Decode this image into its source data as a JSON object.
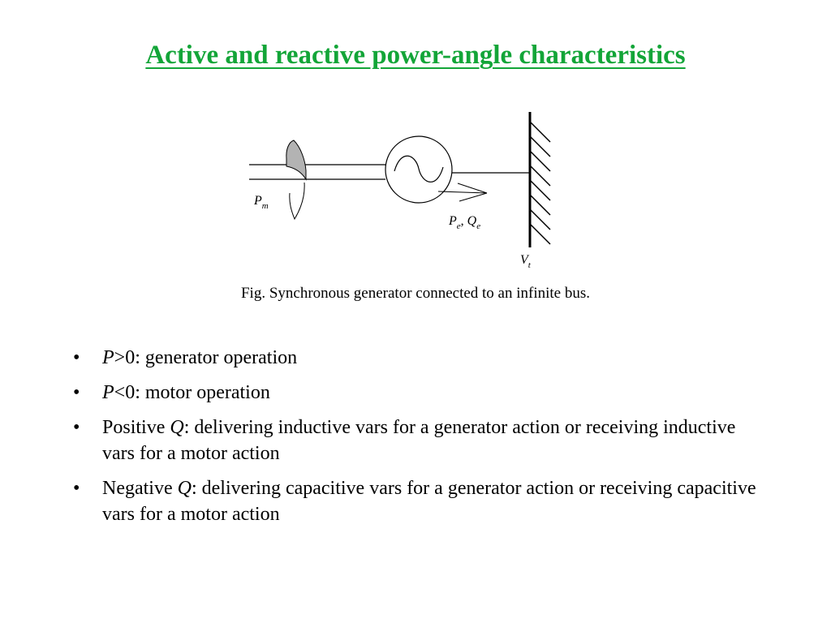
{
  "title": "Active and reactive power-angle characteristics",
  "diagram": {
    "label_pm_main": "P",
    "label_pm_sub": "m",
    "label_pe_main": "P",
    "label_pe_sub": "e",
    "label_sep": ", ",
    "label_qe_main": "Q",
    "label_qe_sub": "e",
    "label_vt_main": "V",
    "label_vt_sub": "t",
    "colors": {
      "stroke": "#000000",
      "propeller_fill": "#b3b3b3"
    }
  },
  "caption": "Fig. Synchronous generator connected to an infinite bus.",
  "bullets": [
    {
      "italic": "P",
      "text": ">0: generator operation"
    },
    {
      "italic": "P",
      "text": "<0: motor operation"
    },
    {
      "prefix": "Positive ",
      "italic": "Q",
      "text": ": delivering inductive vars for a generator action or receiving inductive vars for a motor action"
    },
    {
      "prefix": "Negative ",
      "italic": "Q",
      "text": ": delivering capacitive vars for a generator action or receiving capacitive vars for a motor action"
    }
  ],
  "bullet_symbol": "•"
}
